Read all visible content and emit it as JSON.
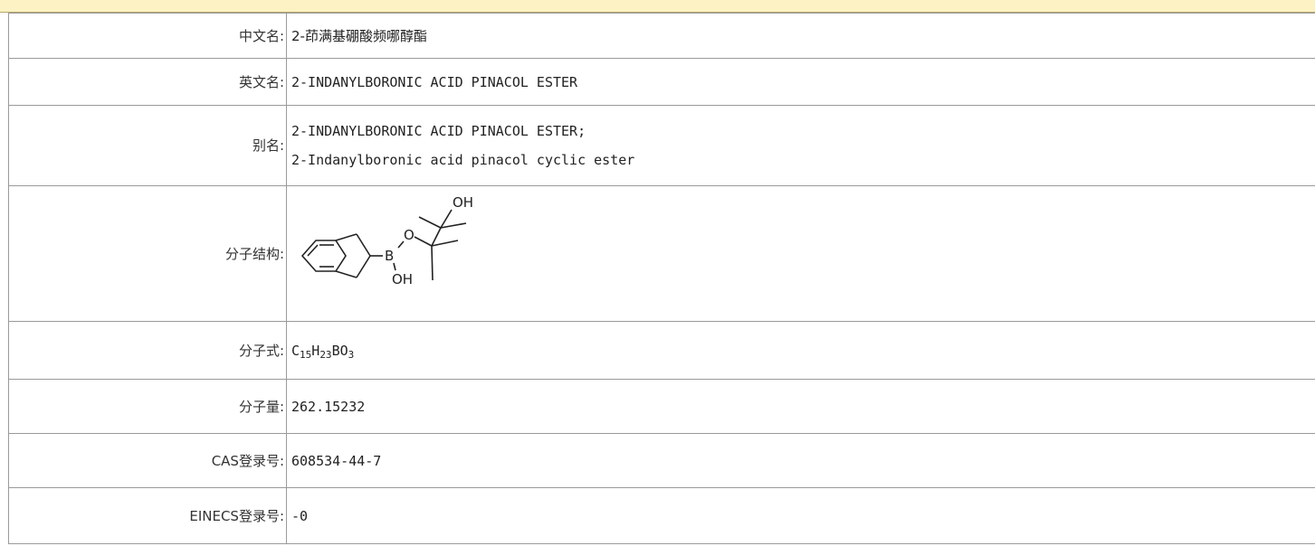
{
  "rows": {
    "cn_name": {
      "label": "中文名:",
      "value": "2-茚满基硼酸频哪醇酯"
    },
    "en_name": {
      "label": "英文名:",
      "value": "2-INDANYLBORONIC ACID PINACOL ESTER"
    },
    "alias": {
      "label": "别名:",
      "values": [
        "2-INDANYLBORONIC ACID PINACOL ESTER;",
        "2-Indanylboronic acid pinacol cyclic ester"
      ]
    },
    "structure": {
      "label": "分子结构:",
      "atoms": {
        "oh_top": "OH",
        "o": "O",
        "b": "B",
        "oh_bottom": "OH"
      }
    },
    "formula": {
      "label": "分子式:",
      "parts": [
        "C",
        "15",
        "H",
        "23",
        "BO",
        "3"
      ]
    },
    "mw": {
      "label": "分子量:",
      "value": "262.15232"
    },
    "cas": {
      "label": "CAS登录号:",
      "value": "608534-44-7"
    },
    "einecs": {
      "label": "EINECS登录号:",
      "value": "-0"
    }
  }
}
